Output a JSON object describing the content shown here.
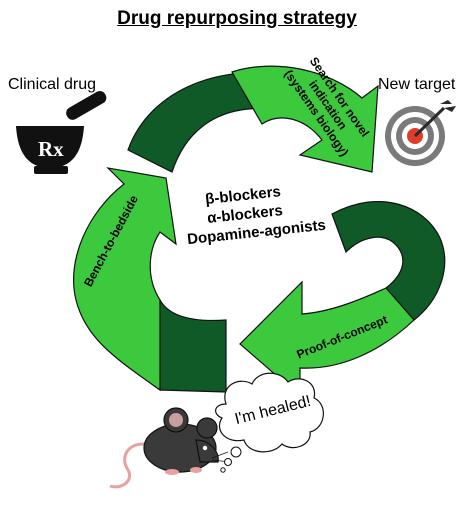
{
  "title": "Drug repurposing strategy",
  "labels": {
    "clinical_drug": "Clinical drug",
    "new_target": "New target"
  },
  "center_items": [
    "β-blockers",
    "α-blockers",
    "Dopamine-agonists"
  ],
  "arrows": {
    "search": [
      "Search for novel",
      "indication",
      "(systems biology)"
    ],
    "proof": "Proof-of-concept",
    "bench": "Bench-to-bedside"
  },
  "speech_bubble": "I'm healed!",
  "mortar_mark": "Rx",
  "icons": [
    "mortar-pestle-icon",
    "target-icon",
    "mouse-icon",
    "thought-bubble-icon"
  ],
  "colors": {
    "light_green": "#3dc93d",
    "dark_green": "#0f5a26",
    "target_red": "#e03c2a",
    "target_grey": "#7a7a7a",
    "mouse_body": "#3a3a3a"
  }
}
